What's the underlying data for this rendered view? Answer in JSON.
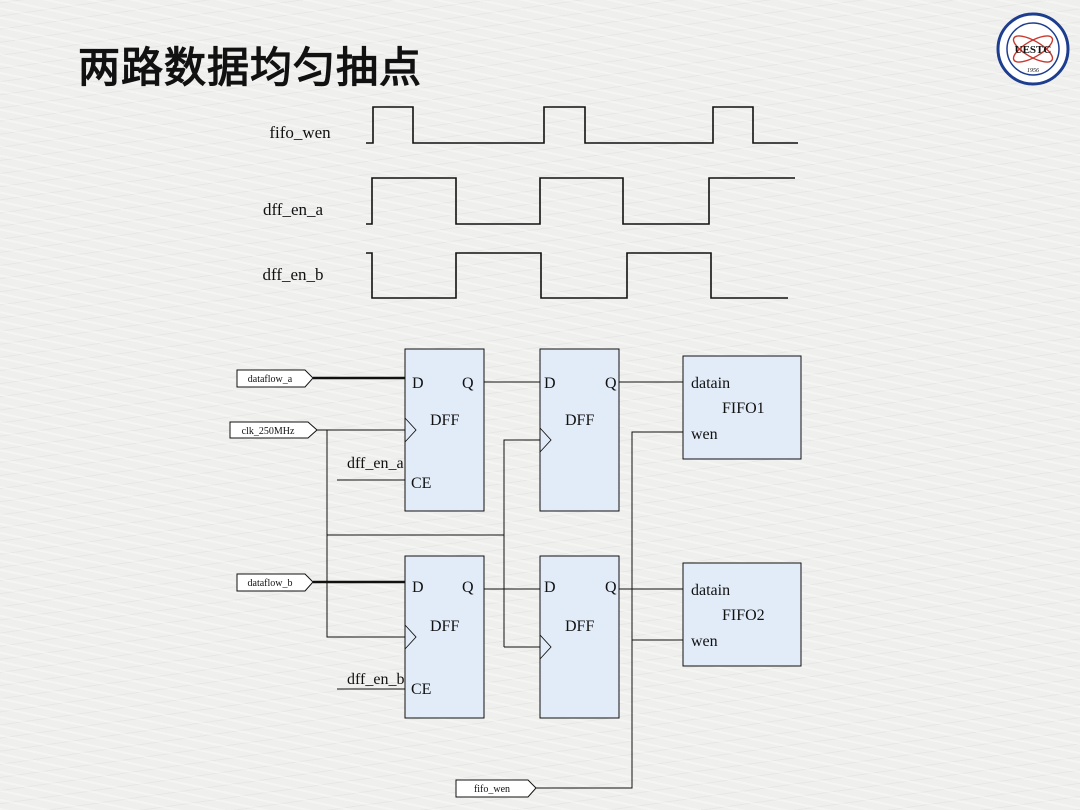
{
  "title": "两路数据均匀抽点",
  "logo": {
    "text": "UESTC",
    "year": "1956",
    "icon": "university-seal-icon"
  },
  "timing": {
    "signals": [
      "fifo_wen",
      "dff_en_a",
      "dff_en_b"
    ]
  },
  "inputs": {
    "dataflow_a": "dataflow_a",
    "clk": "clk_250MHz",
    "dataflow_b": "dataflow_b",
    "fifo_wen": "fifo_wen"
  },
  "dff": {
    "d": "D",
    "q": "Q",
    "name": "DFF",
    "ce": "CE"
  },
  "enables": {
    "a": "dff_en_a",
    "b": "dff_en_b"
  },
  "fifos": [
    {
      "name": "FIFO1",
      "datain": "datain",
      "wen": "wen"
    },
    {
      "name": "FIFO2",
      "datain": "datain",
      "wen": "wen"
    }
  ],
  "colors": {
    "block_fill": "#e2ecf8",
    "line": "#111111",
    "logo": "#1d3d8f"
  }
}
